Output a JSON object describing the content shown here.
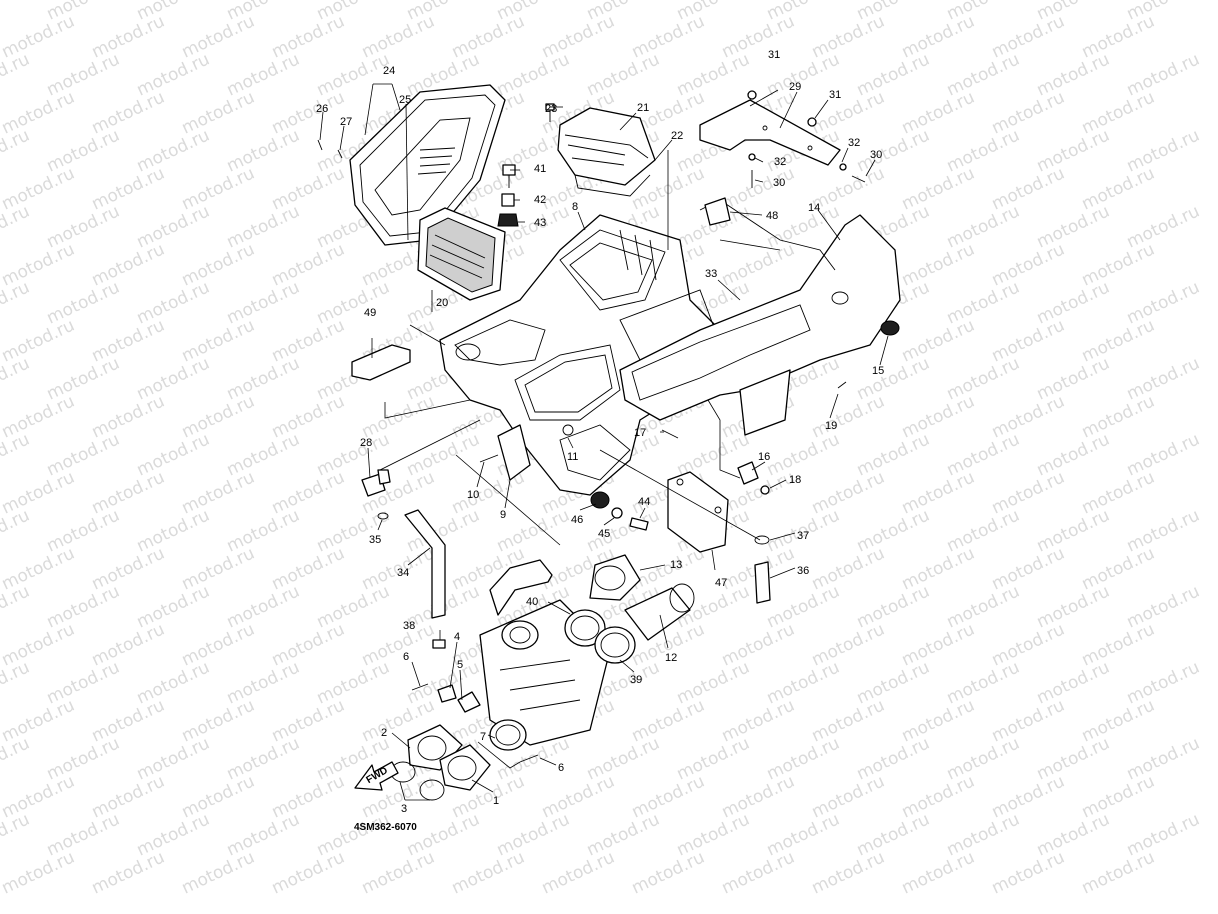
{
  "watermark": "motod.ru",
  "diagram_code": "4SM362-6070",
  "direction_arrow": "FWD",
  "callouts": [
    "1",
    "2",
    "3",
    "4",
    "5",
    "6",
    "6",
    "7",
    "8",
    "9",
    "10",
    "11",
    "12",
    "13",
    "14",
    "15",
    "16",
    "17",
    "18",
    "19",
    "20",
    "21",
    "22",
    "23",
    "24",
    "25",
    "26",
    "27",
    "28",
    "29",
    "30",
    "30",
    "31",
    "31",
    "32",
    "32",
    "33",
    "34",
    "35",
    "36",
    "37",
    "38",
    "39",
    "40",
    "41",
    "42",
    "43",
    "44",
    "45",
    "46",
    "47",
    "48",
    "49"
  ],
  "colors": {
    "line": "#000000",
    "watermark": "#dadada",
    "background": "#ffffff"
  }
}
